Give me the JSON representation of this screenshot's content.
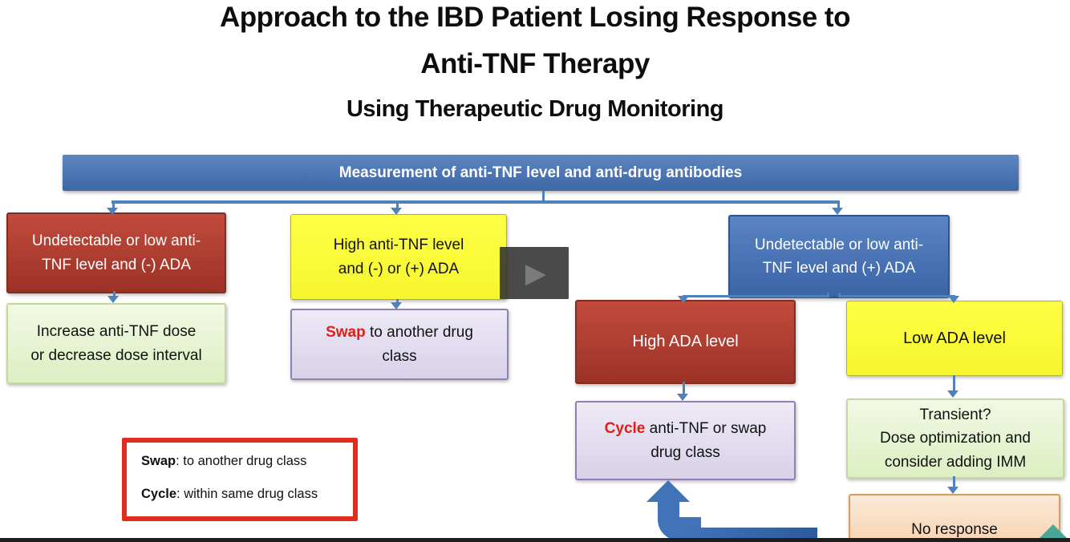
{
  "title": {
    "line1": "Approach to the IBD Patient Losing Response to",
    "line2": "Anti-TNF Therapy",
    "line3": "Using Therapeutic Drug Monitoring"
  },
  "flowchart": {
    "measurement": "Measurement of anti-TNF level and anti-drug antibodies",
    "low_tnf_neg_ada": "Undetectable or low anti-TNF level and (-) ADA",
    "increase_dose": "Increase anti-TNF dose or decrease dose interval",
    "high_tnf": "High anti-TNF level and (-) or (+) ADA",
    "swap_term": "Swap",
    "swap_rest": " to another drug class",
    "low_tnf_pos_ada": "Undetectable or low anti-TNF level and (+) ADA",
    "high_ada": "High ADA level",
    "low_ada": "Low ADA level",
    "cycle_term": "Cycle",
    "cycle_rest": " anti-TNF or swap drug class",
    "transient_line1": "Transient?",
    "transient_line2": "Dose optimization and consider adding IMM",
    "no_response": "No response"
  },
  "legend": {
    "swap_term": "Swap",
    "swap_rest": ": to another drug class",
    "cycle_term": "Cycle",
    "cycle_rest": ": within same drug class"
  },
  "player": {
    "play_glyph": "▶"
  },
  "colors": {
    "node_red": "#a83a2c",
    "node_yellow": "#fbfb3a",
    "node_blue": "#4a74b5",
    "node_green": "#e8f4d3",
    "node_purple": "#e3dcee",
    "node_orange": "#f9ddc0",
    "header_blue": "#4c76b4",
    "arrow_blue": "#4f81bd",
    "legend_border_red": "#e22d1e",
    "term_red": "#e02016",
    "marker_teal": "#4aa795",
    "timeline_dark": "#1e1e1e"
  }
}
